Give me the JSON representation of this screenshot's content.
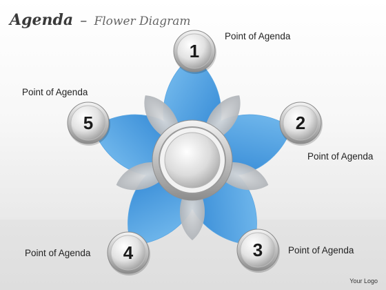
{
  "title": {
    "main": "Agenda",
    "separator": "–",
    "subtitle": "Flower Diagram"
  },
  "nodes": [
    {
      "number": "1",
      "label": "Point of Agenda"
    },
    {
      "number": "2",
      "label": "Point of Agenda"
    },
    {
      "number": "3",
      "label": "Point of Agenda"
    },
    {
      "number": "4",
      "label": "Point of Agenda"
    },
    {
      "number": "5",
      "label": "Point of Agenda"
    }
  ],
  "footer": {
    "logo": "Your Logo"
  },
  "colors": {
    "petal_light": "#72b8ec",
    "petal_dark": "#2c86d6",
    "overlap": "#b9bdc2",
    "circle_light": "#f6f6f6",
    "circle_dark": "#9e9e9e"
  }
}
